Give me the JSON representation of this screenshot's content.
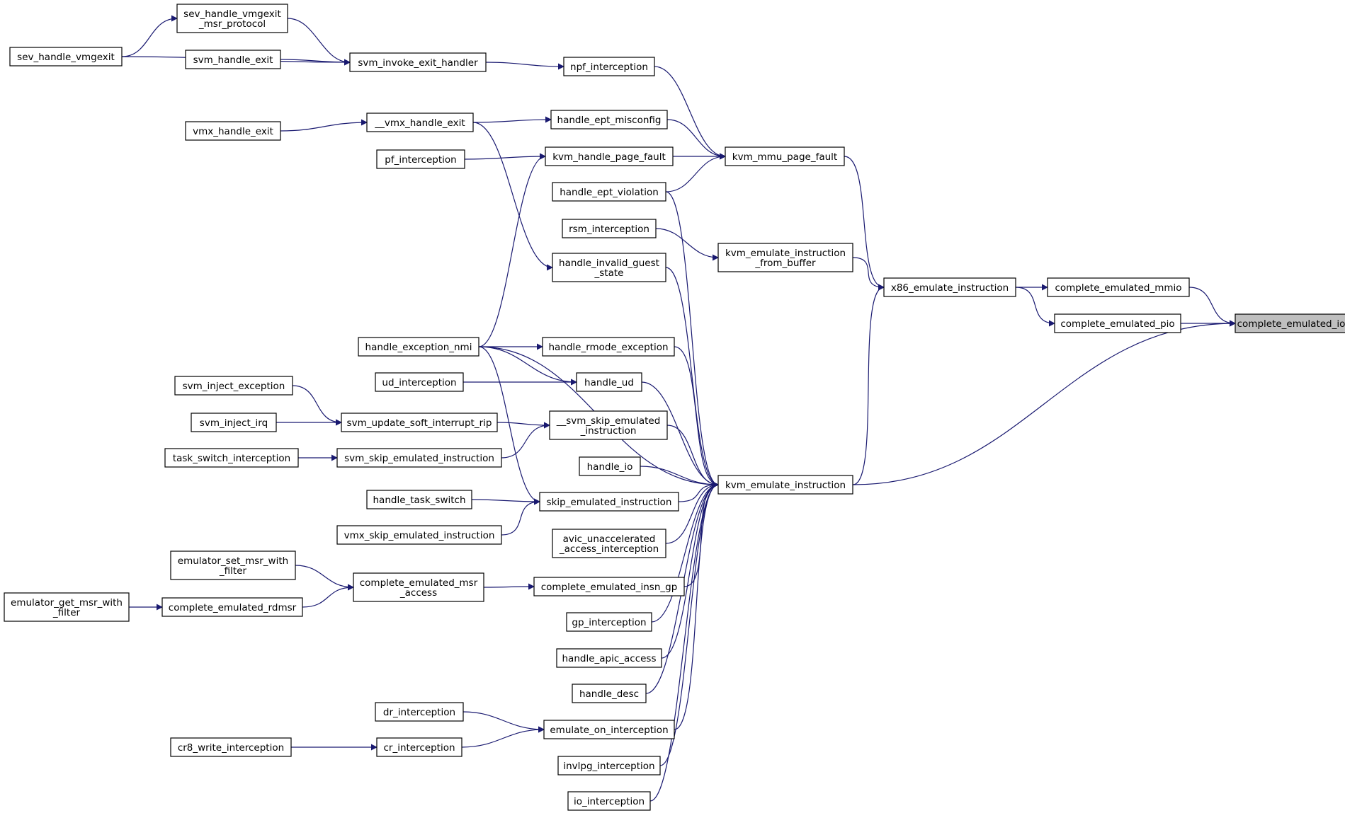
{
  "colors": {
    "edge": "#191970",
    "node_border": "#000000",
    "focus_fill": "#bfbfbf",
    "background": "#ffffff"
  },
  "nodes": [
    {
      "id": "complete_emulated_io",
      "lines": [
        "complete_emulated_io"
      ],
      "focus": true
    },
    {
      "id": "complete_emulated_mmio",
      "lines": [
        "complete_emulated_mmio"
      ]
    },
    {
      "id": "complete_emulated_pio",
      "lines": [
        "complete_emulated_pio"
      ]
    },
    {
      "id": "x86_emulate_instruction",
      "lines": [
        "x86_emulate_instruction"
      ]
    },
    {
      "id": "kvm_emulate_instruction",
      "lines": [
        "kvm_emulate_instruction"
      ]
    },
    {
      "id": "kvm_mmu_page_fault",
      "lines": [
        "kvm_mmu_page_fault"
      ]
    },
    {
      "id": "kvm_emulate_instruction_from_buffer",
      "lines": [
        "kvm_emulate_instruction",
        "_from_buffer"
      ]
    },
    {
      "id": "npf_interception",
      "lines": [
        "npf_interception"
      ]
    },
    {
      "id": "svm_invoke_exit_handler",
      "lines": [
        "svm_invoke_exit_handler"
      ]
    },
    {
      "id": "sev_handle_vmgexit_msr_protocol",
      "lines": [
        "sev_handle_vmgexit",
        "_msr_protocol"
      ]
    },
    {
      "id": "sev_handle_vmgexit",
      "lines": [
        "sev_handle_vmgexit"
      ]
    },
    {
      "id": "svm_handle_exit",
      "lines": [
        "svm_handle_exit"
      ]
    },
    {
      "id": "handle_ept_misconfig",
      "lines": [
        "handle_ept_misconfig"
      ]
    },
    {
      "id": "__vmx_handle_exit",
      "lines": [
        "__vmx_handle_exit"
      ]
    },
    {
      "id": "vmx_handle_exit",
      "lines": [
        "vmx_handle_exit"
      ]
    },
    {
      "id": "kvm_handle_page_fault",
      "lines": [
        "kvm_handle_page_fault"
      ]
    },
    {
      "id": "pf_interception",
      "lines": [
        "pf_interception"
      ]
    },
    {
      "id": "handle_ept_violation",
      "lines": [
        "handle_ept_violation"
      ]
    },
    {
      "id": "rsm_interception",
      "lines": [
        "rsm_interception"
      ]
    },
    {
      "id": "handle_invalid_guest_state",
      "lines": [
        "handle_invalid_guest",
        "_state"
      ]
    },
    {
      "id": "handle_exception_nmi",
      "lines": [
        "handle_exception_nmi"
      ]
    },
    {
      "id": "handle_rmode_exception",
      "lines": [
        "handle_rmode_exception"
      ]
    },
    {
      "id": "ud_interception",
      "lines": [
        "ud_interception"
      ]
    },
    {
      "id": "handle_ud",
      "lines": [
        "handle_ud"
      ]
    },
    {
      "id": "svm_inject_exception",
      "lines": [
        "svm_inject_exception"
      ]
    },
    {
      "id": "svm_inject_irq",
      "lines": [
        "svm_inject_irq"
      ]
    },
    {
      "id": "svm_update_soft_interrupt_rip",
      "lines": [
        "svm_update_soft_interrupt_rip"
      ]
    },
    {
      "id": "__svm_skip_emulated_instruction",
      "lines": [
        "__svm_skip_emulated",
        "_instruction"
      ]
    },
    {
      "id": "task_switch_interception",
      "lines": [
        "task_switch_interception"
      ]
    },
    {
      "id": "svm_skip_emulated_instruction",
      "lines": [
        "svm_skip_emulated_instruction"
      ]
    },
    {
      "id": "handle_io",
      "lines": [
        "handle_io"
      ]
    },
    {
      "id": "handle_task_switch",
      "lines": [
        "handle_task_switch"
      ]
    },
    {
      "id": "skip_emulated_instruction",
      "lines": [
        "skip_emulated_instruction"
      ]
    },
    {
      "id": "vmx_skip_emulated_instruction",
      "lines": [
        "vmx_skip_emulated_instruction"
      ]
    },
    {
      "id": "avic_unaccelerated_access_interception",
      "lines": [
        "avic_unaccelerated",
        "_access_interception"
      ]
    },
    {
      "id": "emulator_set_msr_with_filter",
      "lines": [
        "emulator_set_msr_with",
        "_filter"
      ]
    },
    {
      "id": "complete_emulated_msr_access",
      "lines": [
        "complete_emulated_msr",
        "_access"
      ]
    },
    {
      "id": "complete_emulated_insn_gp",
      "lines": [
        "complete_emulated_insn_gp"
      ]
    },
    {
      "id": "emulator_get_msr_with_filter",
      "lines": [
        "emulator_get_msr_with",
        "_filter"
      ]
    },
    {
      "id": "complete_emulated_rdmsr",
      "lines": [
        "complete_emulated_rdmsr"
      ]
    },
    {
      "id": "gp_interception",
      "lines": [
        "gp_interception"
      ]
    },
    {
      "id": "handle_apic_access",
      "lines": [
        "handle_apic_access"
      ]
    },
    {
      "id": "handle_desc",
      "lines": [
        "handle_desc"
      ]
    },
    {
      "id": "dr_interception",
      "lines": [
        "dr_interception"
      ]
    },
    {
      "id": "emulate_on_interception",
      "lines": [
        "emulate_on_interception"
      ]
    },
    {
      "id": "cr8_write_interception",
      "lines": [
        "cr8_write_interception"
      ]
    },
    {
      "id": "cr_interception",
      "lines": [
        "cr_interception"
      ]
    },
    {
      "id": "invlpg_interception",
      "lines": [
        "invlpg_interception"
      ]
    },
    {
      "id": "io_interception",
      "lines": [
        "io_interception"
      ]
    }
  ],
  "edges": [
    [
      "complete_emulated_io",
      "complete_emulated_mmio"
    ],
    [
      "complete_emulated_io",
      "complete_emulated_pio"
    ],
    [
      "complete_emulated_io",
      "kvm_emulate_instruction"
    ],
    [
      "complete_emulated_mmio",
      "x86_emulate_instruction"
    ],
    [
      "complete_emulated_pio",
      "x86_emulate_instruction"
    ],
    [
      "x86_emulate_instruction",
      "kvm_mmu_page_fault"
    ],
    [
      "x86_emulate_instruction",
      "kvm_emulate_instruction_from_buffer"
    ],
    [
      "x86_emulate_instruction",
      "kvm_emulate_instruction"
    ],
    [
      "kvm_mmu_page_fault",
      "npf_interception"
    ],
    [
      "kvm_mmu_page_fault",
      "handle_ept_misconfig"
    ],
    [
      "kvm_mmu_page_fault",
      "kvm_handle_page_fault"
    ],
    [
      "kvm_mmu_page_fault",
      "handle_ept_violation"
    ],
    [
      "npf_interception",
      "svm_invoke_exit_handler"
    ],
    [
      "svm_invoke_exit_handler",
      "sev_handle_vmgexit_msr_protocol"
    ],
    [
      "svm_invoke_exit_handler",
      "svm_handle_exit"
    ],
    [
      "svm_invoke_exit_handler",
      "sev_handle_vmgexit"
    ],
    [
      "sev_handle_vmgexit_msr_protocol",
      "sev_handle_vmgexit"
    ],
    [
      "handle_ept_misconfig",
      "__vmx_handle_exit"
    ],
    [
      "__vmx_handle_exit",
      "vmx_handle_exit"
    ],
    [
      "kvm_handle_page_fault",
      "pf_interception"
    ],
    [
      "kvm_handle_page_fault",
      "handle_exception_nmi"
    ],
    [
      "kvm_emulate_instruction_from_buffer",
      "rsm_interception"
    ],
    [
      "handle_invalid_guest_state",
      "__vmx_handle_exit"
    ],
    [
      "kvm_emulate_instruction",
      "handle_ept_violation"
    ],
    [
      "kvm_emulate_instruction",
      "handle_invalid_guest_state"
    ],
    [
      "kvm_emulate_instruction",
      "handle_exception_nmi"
    ],
    [
      "kvm_emulate_instruction",
      "handle_rmode_exception"
    ],
    [
      "kvm_emulate_instruction",
      "handle_ud"
    ],
    [
      "kvm_emulate_instruction",
      "__svm_skip_emulated_instruction"
    ],
    [
      "kvm_emulate_instruction",
      "handle_io"
    ],
    [
      "kvm_emulate_instruction",
      "skip_emulated_instruction"
    ],
    [
      "kvm_emulate_instruction",
      "avic_unaccelerated_access_interception"
    ],
    [
      "kvm_emulate_instruction",
      "complete_emulated_insn_gp"
    ],
    [
      "kvm_emulate_instruction",
      "gp_interception"
    ],
    [
      "kvm_emulate_instruction",
      "handle_apic_access"
    ],
    [
      "kvm_emulate_instruction",
      "handle_desc"
    ],
    [
      "kvm_emulate_instruction",
      "emulate_on_interception"
    ],
    [
      "kvm_emulate_instruction",
      "invlpg_interception"
    ],
    [
      "kvm_emulate_instruction",
      "io_interception"
    ],
    [
      "handle_rmode_exception",
      "handle_exception_nmi"
    ],
    [
      "handle_ud",
      "handle_exception_nmi"
    ],
    [
      "handle_ud",
      "ud_interception"
    ],
    [
      "__svm_skip_emulated_instruction",
      "svm_update_soft_interrupt_rip"
    ],
    [
      "__svm_skip_emulated_instruction",
      "svm_skip_emulated_instruction"
    ],
    [
      "svm_update_soft_interrupt_rip",
      "svm_inject_exception"
    ],
    [
      "svm_update_soft_interrupt_rip",
      "svm_inject_irq"
    ],
    [
      "svm_skip_emulated_instruction",
      "task_switch_interception"
    ],
    [
      "skip_emulated_instruction",
      "handle_exception_nmi"
    ],
    [
      "skip_emulated_instruction",
      "handle_task_switch"
    ],
    [
      "skip_emulated_instruction",
      "vmx_skip_emulated_instruction"
    ],
    [
      "complete_emulated_insn_gp",
      "complete_emulated_msr_access"
    ],
    [
      "complete_emulated_msr_access",
      "emulator_set_msr_with_filter"
    ],
    [
      "complete_emulated_msr_access",
      "complete_emulated_rdmsr"
    ],
    [
      "complete_emulated_rdmsr",
      "emulator_get_msr_with_filter"
    ],
    [
      "emulate_on_interception",
      "dr_interception"
    ],
    [
      "emulate_on_interception",
      "cr_interception"
    ],
    [
      "cr_interception",
      "cr8_write_interception"
    ]
  ]
}
